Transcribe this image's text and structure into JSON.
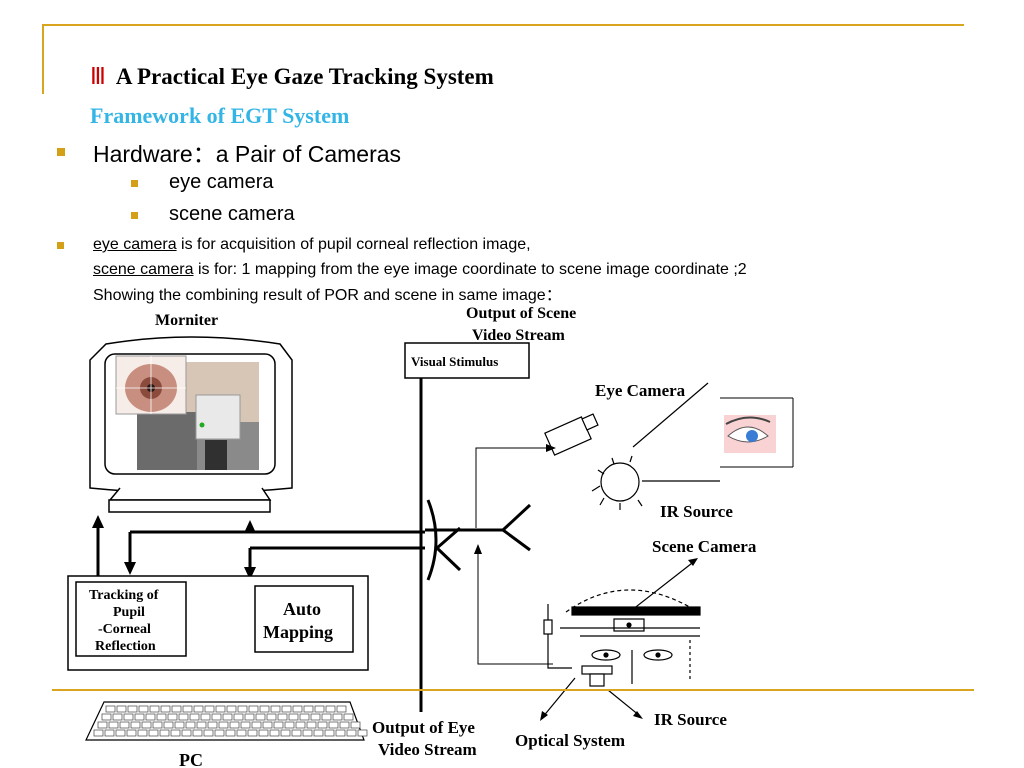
{
  "slide": {
    "section_num": "Ⅲ",
    "title": "A Practical Eye Gaze Tracking System",
    "subtitle": "Framework of EGT System"
  },
  "bullets": {
    "hardware": "Hardware：a Pair of Cameras",
    "sub": [
      "eye camera",
      "scene camera"
    ],
    "note_eye_link": "eye camera",
    "note_eye_rest": " is for acquisition of pupil corneal reflection image,",
    "note_scene_link": "scene camera",
    "note_scene_rest": " is for: 1 mapping from the eye image coordinate to scene image coordinate ;2",
    "note_line3": "Showing the combining result of POR and scene in same image："
  },
  "diagram": {
    "monitor_label": "Morniter",
    "output_scene": [
      "Output of  Scene",
      "Video Stream"
    ],
    "visual_stimulus": "Visual Stimulus",
    "eye_camera": "Eye Camera",
    "ir_source_top": "IR Source",
    "scene_camera": "Scene  Camera",
    "tracking_box": [
      "Tracking of",
      "Pupil",
      "-Corneal",
      "Reflection"
    ],
    "auto_mapping": [
      "Auto",
      "Mapping"
    ],
    "output_eye": [
      "Output of  Eye",
      "Video Stream"
    ],
    "optical_system": "Optical System",
    "ir_source_bottom": "IR Source",
    "pc": "PC"
  },
  "colors": {
    "accent_gold": "#d9a520",
    "bullet": "#d4a017",
    "subtitle": "#33b5e5",
    "section_num": "#cc0000"
  }
}
